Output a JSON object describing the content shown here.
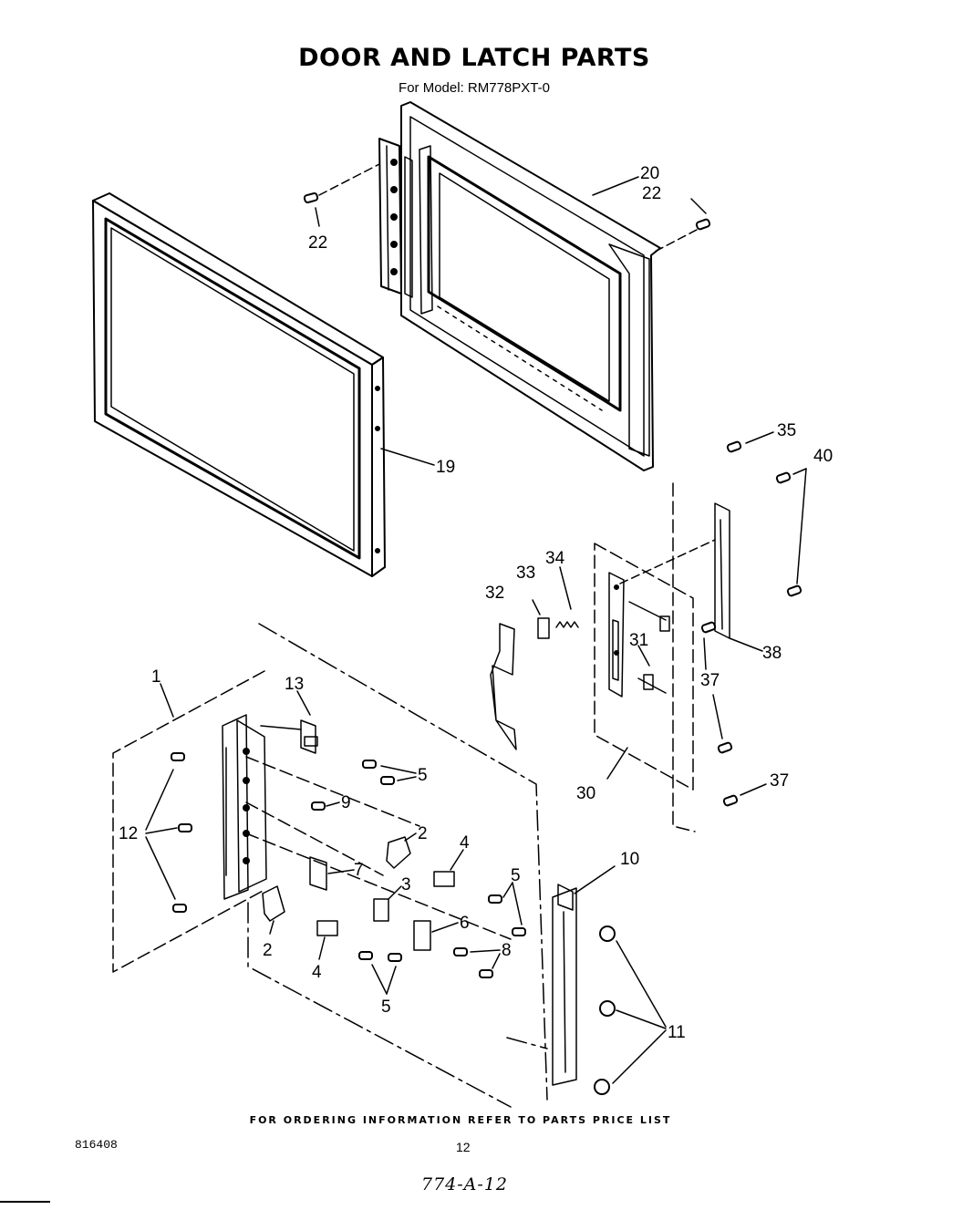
{
  "title": "DOOR AND LATCH PARTS",
  "subtitle": "For Model: RM778PXT-0",
  "footer": "FOR ORDERING INFORMATION REFER TO PARTS PRICE LIST",
  "doc_number": "816408",
  "page_number": "12",
  "handwritten_note": "774-A-12",
  "callouts": {
    "c20": "20",
    "c22a": "22",
    "c22b": "22",
    "c19": "19",
    "c35": "35",
    "c40": "40",
    "c34": "34",
    "c33": "33",
    "c32": "32",
    "c31": "31",
    "c38": "38",
    "c37a": "37",
    "c37b": "37",
    "c30": "30",
    "c1": "1",
    "c13": "13",
    "c5a": "5",
    "c9": "9",
    "c12": "12",
    "c2a": "2",
    "c4a": "4",
    "c7": "7",
    "c3": "3",
    "c5b": "5",
    "c6": "6",
    "c8": "8",
    "c2b": "2",
    "c4b": "4",
    "c5c": "5",
    "c10": "10",
    "c11": "11"
  }
}
